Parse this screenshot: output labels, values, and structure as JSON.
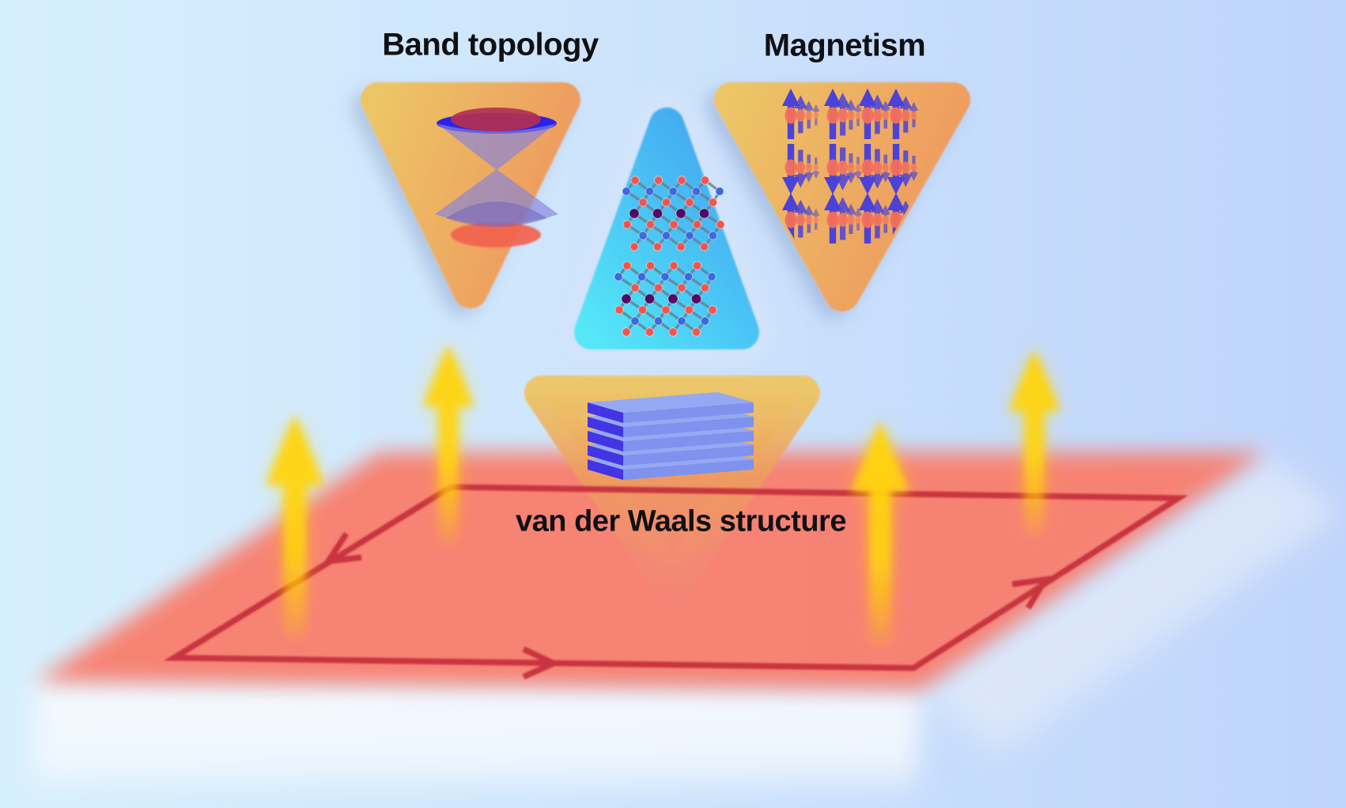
{
  "labels": {
    "band_topology": "Band topology",
    "magnetism": "Magnetism",
    "vdw_structure": "van der Waals structure"
  },
  "colors": {
    "background_left": "#d6effd",
    "background_mid": "#cfe6fc",
    "background_right": "#bfd4fb",
    "triangle_gold_start": "#ecc566",
    "triangle_gold_end": "#ee9b60",
    "triangle_gold_tip_fade": "#f28878",
    "triangle_blue_start": "#54e6f8",
    "triangle_blue_end": "#41a5f1",
    "triangle_halo": "#d3e4fb",
    "surface_red": "#f8806f",
    "edge_current": "#c8323e",
    "field_arrow": "#ffd40a",
    "spin_arrow": "#4b42d8",
    "spin_atom": "#f56f5c",
    "lattice_bond": "#64808f",
    "atom_red": "#f4544e",
    "atom_blue": "#3e68e0",
    "atom_purple": "#500a64",
    "layer_top": "#95a8f3",
    "layer_front": "#7e92ee",
    "layer_side": "#4334e4",
    "substrate_face": "#f5f9fe",
    "substrate_side": "#e4ecf8",
    "cone_blue": "#2a22ea",
    "cone_crimson": "#b23050",
    "cone_body": "#8583da",
    "cone_dome": "#6e5fbe",
    "cone_bottom_red": "#f3604e",
    "title_text": "#101014"
  },
  "band_topology_panel": {
    "content": "dirac-cone"
  },
  "magnetism_panel": {
    "spin_rows": [
      "up",
      "down",
      "up"
    ],
    "clusters_per_row": 4
  },
  "crystal_panel": {
    "blocks": 2,
    "row_colors": [
      "red",
      "blue",
      "red",
      "purple",
      "red",
      "blue",
      "red"
    ],
    "atoms_per_row": [
      4,
      5,
      4,
      4,
      5,
      4,
      4
    ]
  },
  "vdw_panel": {
    "layer_count": 5
  },
  "surface": {
    "field_arrow_count": 4,
    "field_arrow_direction": "up",
    "edge_current_arrow_count": 3,
    "edge_current_circulation": "counterclockwise"
  }
}
